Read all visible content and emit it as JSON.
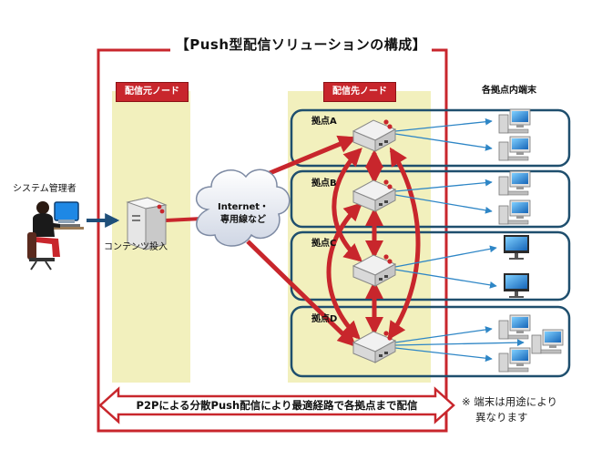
{
  "title": "【Push型配信ソリューションの構成】",
  "source_node_label": "配信元ノード",
  "dest_node_label": "配信先ノード",
  "terminals_label": "各拠点内端末",
  "admin_label": "システム管理者",
  "content_label": "コンテンツ投入",
  "cloud_line1": "Internet・",
  "cloud_line2": "専用線など",
  "sites": [
    "拠点A",
    "拠点B",
    "拠点C",
    "拠点D"
  ],
  "bottom_arrow_text": "P2Pによる分散Push配信により最適経路で各拠点まで配信",
  "note_line1": "※ 端末は用途により",
  "note_line2": "異なります",
  "colors": {
    "accent_red": "#c8262c",
    "zone_yellow": "#f2f0bd",
    "site_border": "#1f4f6e",
    "link_blue": "#2e86c6",
    "admin_arrow": "#1f4f7a"
  }
}
